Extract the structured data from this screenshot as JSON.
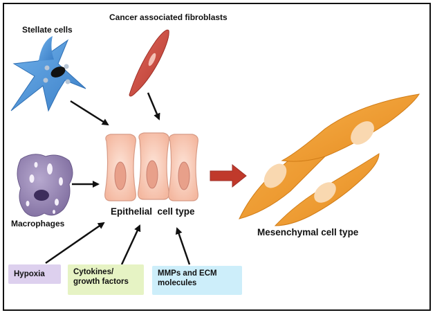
{
  "labels": {
    "stellate": "Stellate cells",
    "fibroblasts": "Cancer associated fibroblasts",
    "macrophages": "Macrophages",
    "epithelial": "Epithelial  cell type",
    "mesenchymal": "Mesenchymal cell type"
  },
  "factors": {
    "hypoxia": "Hypoxia",
    "cytokines_line1": "Cytokines/",
    "cytokines_line2": "growth factors",
    "mmps_line1": "MMPs and ECM",
    "mmps_line2": "molecules"
  },
  "colors": {
    "stellate": "#4a90d9",
    "fibroblast": "#c9473b",
    "macrophage": "#8b7aa8",
    "epithelial": "#f6c9b4",
    "mesenchymal": "#f0962a",
    "transition_arrow": "#c0392b",
    "hypoxia_box": "#ddd0ee",
    "cytokines_box": "#e6f3c4",
    "mmps_box": "#cdeefa"
  }
}
